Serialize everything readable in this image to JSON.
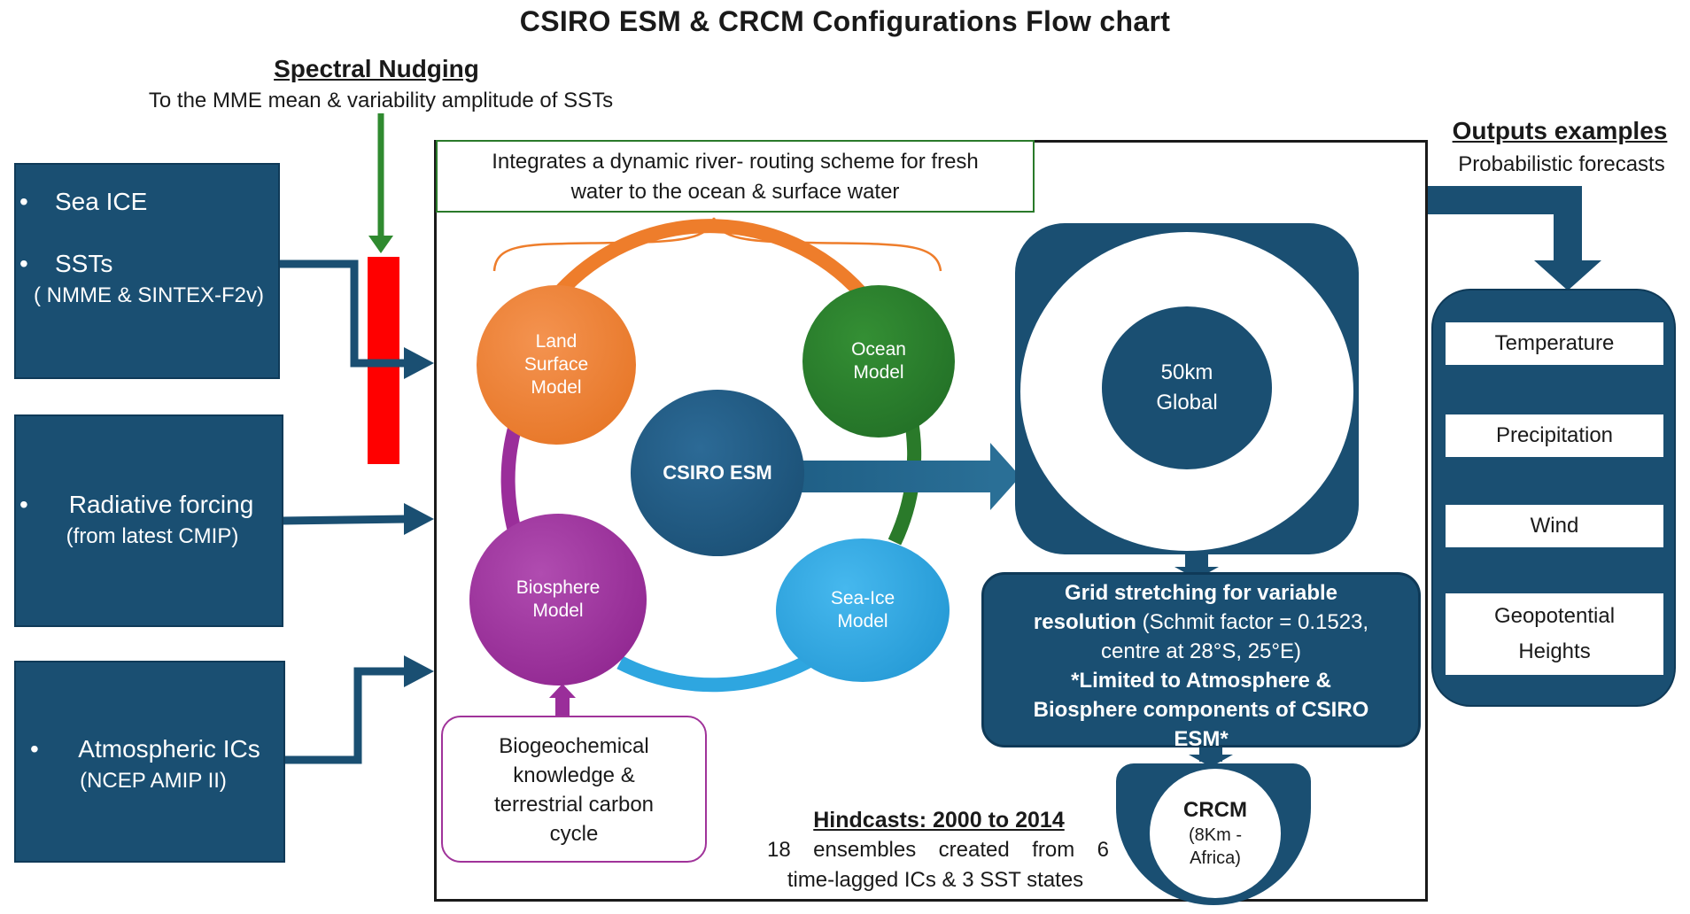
{
  "title": "CSIRO ESM & CRCM Configurations Flow chart",
  "spectral_nudging": {
    "title": "Spectral Nudging",
    "subtitle": "To the MME mean & variability amplitude of SSTs"
  },
  "inputs": {
    "box1": {
      "item1": "Sea ICE",
      "item2": "SSTs",
      "item2_note": "( NMME & SINTEX-F2v)"
    },
    "box2": {
      "item1": "Radiative forcing",
      "item1_note": "(from latest CMIP)"
    },
    "box3": {
      "item1": "Atmospheric ICs",
      "item1_note": "(NCEP AMIP II)"
    },
    "bullet": "•"
  },
  "river_routing": {
    "line1": "Integrates a dynamic river- routing scheme  for fresh",
    "line2": "water to the ocean & surface water"
  },
  "components": {
    "land": {
      "line1": "Land",
      "line2": "Surface",
      "line3": "Model"
    },
    "ocean": {
      "line1": "Ocean",
      "line2": "Model"
    },
    "center": "CSIRO ESM",
    "biosphere": {
      "line1": "Biosphere",
      "line2": "Model"
    },
    "seaice": {
      "line1": "Sea-Ice",
      "line2": "Model"
    }
  },
  "global": {
    "line1": "50km",
    "line2": "Global"
  },
  "grid": {
    "bold1": "Grid stretching for variable",
    "bold2": "resolution",
    "normal2": " (Schmit factor = 0.1523,",
    "line3": "centre at 28°S, 25°E)",
    "bold4": "*Limited to Atmosphere &",
    "bold5": "Biosphere components of CSIRO",
    "bold6": "ESM*"
  },
  "crcm": {
    "title": "CRCM",
    "line1": "(8Km -",
    "line2": "Africa)"
  },
  "biogeo": {
    "line1": "Biogeochemical",
    "line2": "knowledge &",
    "line3": "terrestrial carbon",
    "line4": "cycle"
  },
  "hindcasts": {
    "title": "Hindcasts: 2000 to 2014",
    "line1": "18 ensembles created from 6",
    "line2": "time-lagged ICs & 3 SST states"
  },
  "outputs": {
    "title": "Outputs examples",
    "subtitle": "Probabilistic forecasts",
    "items": [
      "Temperature",
      "Precipitation",
      "Wind",
      "Geopotential",
      "Heights"
    ]
  },
  "colors": {
    "dark_blue": "#1a4f72",
    "land": "#ee7d2b",
    "ocean": "#2a7a2a",
    "biosphere": "#9a2e9a",
    "seaice": "#2ea6e0",
    "nudge_bar": "#ff0000",
    "nudge_arrow": "#2f8a2f"
  }
}
